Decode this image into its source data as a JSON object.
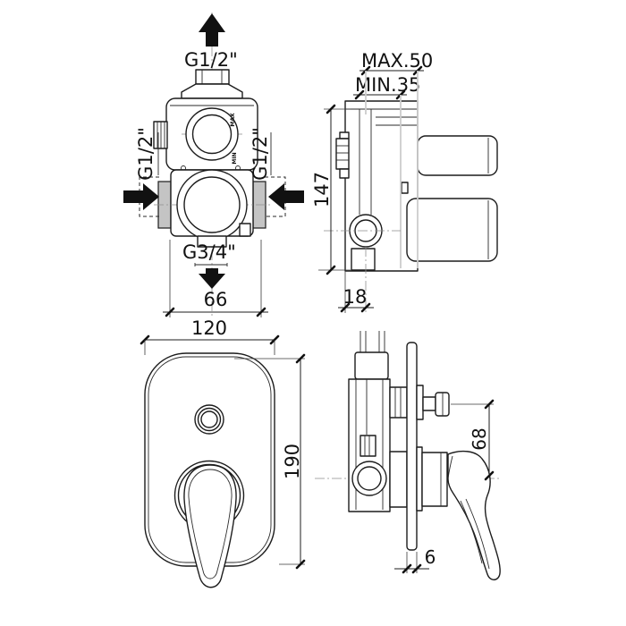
{
  "title": "Concealed shower mixer - installation technical drawing",
  "colors": {
    "line": "#1c1c1c",
    "arrow_fill": "#111111",
    "port_gray": "#c4c4c4",
    "projection_gray": "#cccccc",
    "background": "#ffffff"
  },
  "views": {
    "valve_front": {
      "top_thread": "G1/2\"",
      "left_thread": "G1/2\"",
      "right_thread": "G1/2\"",
      "bottom_thread": "G3/4\"",
      "body_width": "66",
      "max_marking": "MAX",
      "min_marking": "MIN"
    },
    "valve_side": {
      "depth_max": "MAX.50",
      "depth_min": "MIN.35",
      "body_height": "147",
      "outlet_offset": "18"
    },
    "trim_front": {
      "plate_width": "120",
      "plate_height": "190"
    },
    "trim_side": {
      "axis_distance": "68",
      "plate_thickness": "6"
    }
  }
}
